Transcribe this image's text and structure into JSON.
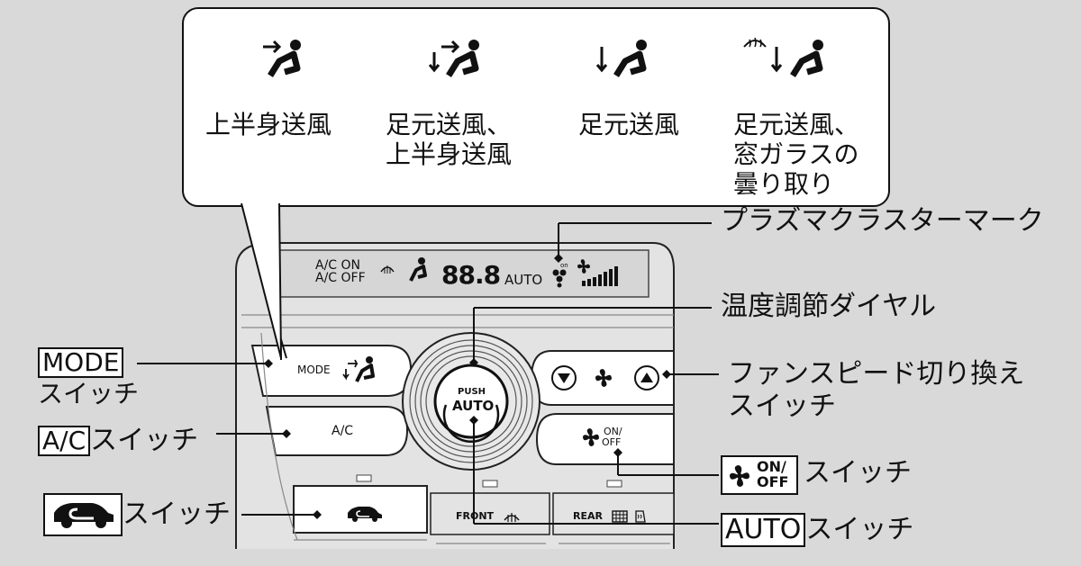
{
  "modes": [
    {
      "icon": "face-vent-icon",
      "label": "上半身送風"
    },
    {
      "icon": "bilevel-vent-icon",
      "label_lines": [
        "足元送風、",
        "上半身送風"
      ]
    },
    {
      "icon": "floor-vent-icon",
      "label": "足元送風"
    },
    {
      "icon": "floor-defrost-icon",
      "label_lines": [
        "足元送風、",
        "窓ガラスの",
        "曇り取り"
      ]
    }
  ],
  "display": {
    "ac_on": "A/C ON",
    "ac_off": "A/C OFF",
    "temp": "88.8",
    "auto": "AUTO",
    "on_tiny": "on"
  },
  "panel": {
    "mode_button": "MODE",
    "ac_button": "A/C",
    "push_label": "PUSH",
    "auto_label": "AUTO",
    "fan_on": "ON/",
    "fan_off": "OFF",
    "front_label": "FRONT",
    "rear_label": "REAR"
  },
  "callouts": {
    "plasma": "プラズマクラスターマーク",
    "dial": "温度調節ダイヤル",
    "fan_speed_line1": "ファンスピード切り換え",
    "fan_speed_line2": "スイッチ",
    "mode_box": "MODE",
    "mode_suffix": "スイッチ",
    "ac_box": "A/C",
    "ac_suffix": "スイッチ",
    "recirc_suffix": "スイッチ",
    "fanonoff_on": "ON/",
    "fanonoff_off": "OFF",
    "fanonoff_suffix": "スイッチ",
    "auto_box": "AUTO",
    "auto_suffix": "スイッチ"
  }
}
